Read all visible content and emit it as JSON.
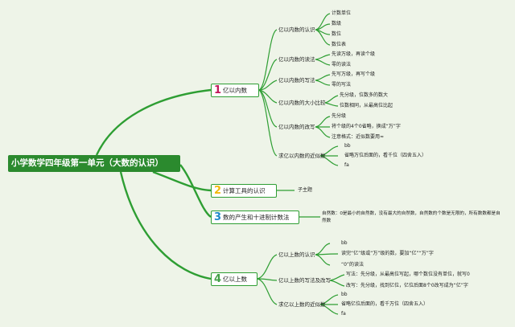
{
  "root": "小学数学四年级第一单元（大数的认识）",
  "branches": [
    {
      "num": "1",
      "num_color": "#c2185b",
      "label": "亿以内数",
      "children": [
        {
          "label": "亿以内数的认识",
          "leaves": [
            "计数单位",
            "数级",
            "数位",
            "数位表"
          ]
        },
        {
          "label": "亿以内数的读法",
          "leaves": [
            "先读万级，再读个级",
            "零的读法"
          ]
        },
        {
          "label": "亿以内数的写法",
          "leaves": [
            "先写万级，再写个级",
            "零的写法"
          ]
        },
        {
          "label": "亿以内数的大小比较",
          "leaves": [
            "先分级，位数多的数大",
            "位数相同，从最高位比起"
          ]
        },
        {
          "label": "亿以内数的改写",
          "leaves": [
            "先分级",
            "将个级的4个0省略，换成“万”字",
            "注意格式：近似数要用≈"
          ]
        },
        {
          "label": "求亿以内数的近似数",
          "leaves": [
            "bb",
            "省略万位后面的，看千位（四舍五入）",
            "fa"
          ]
        }
      ]
    },
    {
      "num": "2",
      "num_color": "#f2b90c",
      "label": "计算工具的认识",
      "note": "子主题"
    },
    {
      "num": "3",
      "num_color": "#1e88c8",
      "label": "数的产生和十进制计数法",
      "note": "自然数：0是最小的自然数，没有最大的自然数，自然数的个数是无限的，所有数数都是自然数"
    },
    {
      "num": "4",
      "num_color": "#43a047",
      "label": "亿以上数",
      "children": [
        {
          "label": "亿以上数的认识",
          "leaves": [
            "bb",
            "读完“亿”级或“万”级的数，要加“亿”“万”字",
            "“0”的读法"
          ]
        },
        {
          "label": "亿以上数的写法及改写",
          "leaves": [
            "写法：先分级，从最高位写起，哪个数位没有单位，就写0",
            "改写：先分级，找到亿位，亿位后面8个0改写成为“亿”字"
          ]
        },
        {
          "label": "求亿以上数的近似数",
          "leaves": [
            "bb",
            "省略亿位后面的，看千万位（四舍五入）",
            "fa"
          ]
        }
      ]
    }
  ],
  "colors": {
    "line": "#2e9e33",
    "root_bg": "#2b8a2e",
    "background": "#eef4e8"
  }
}
